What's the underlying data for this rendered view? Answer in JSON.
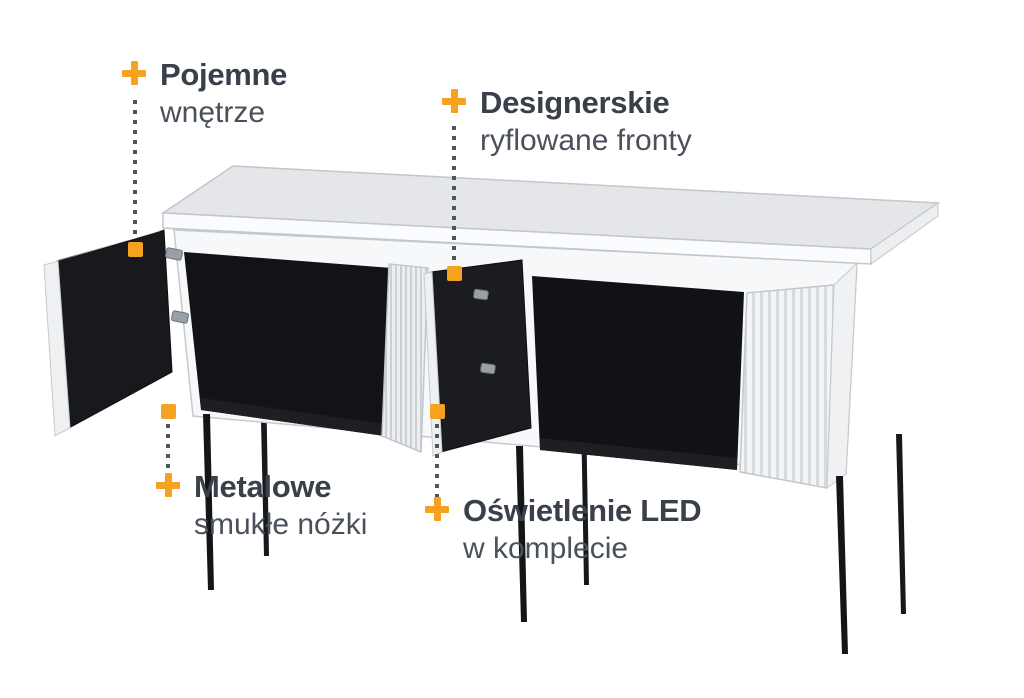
{
  "colors": {
    "accent": "#F6A11F",
    "heading": "#394049",
    "subtext": "#4A515B",
    "connector": "#4E545C"
  },
  "callouts": {
    "interior": {
      "title": "Pojemne",
      "subtitle": "wnętrze"
    },
    "fronts": {
      "title": "Designerskie",
      "subtitle": "ryflowane fronty"
    },
    "legs": {
      "title": "Metalowe",
      "subtitle": "smukłe nóżki"
    },
    "led": {
      "title": "Oświetlenie LED",
      "subtitle": "w komplecie"
    }
  }
}
